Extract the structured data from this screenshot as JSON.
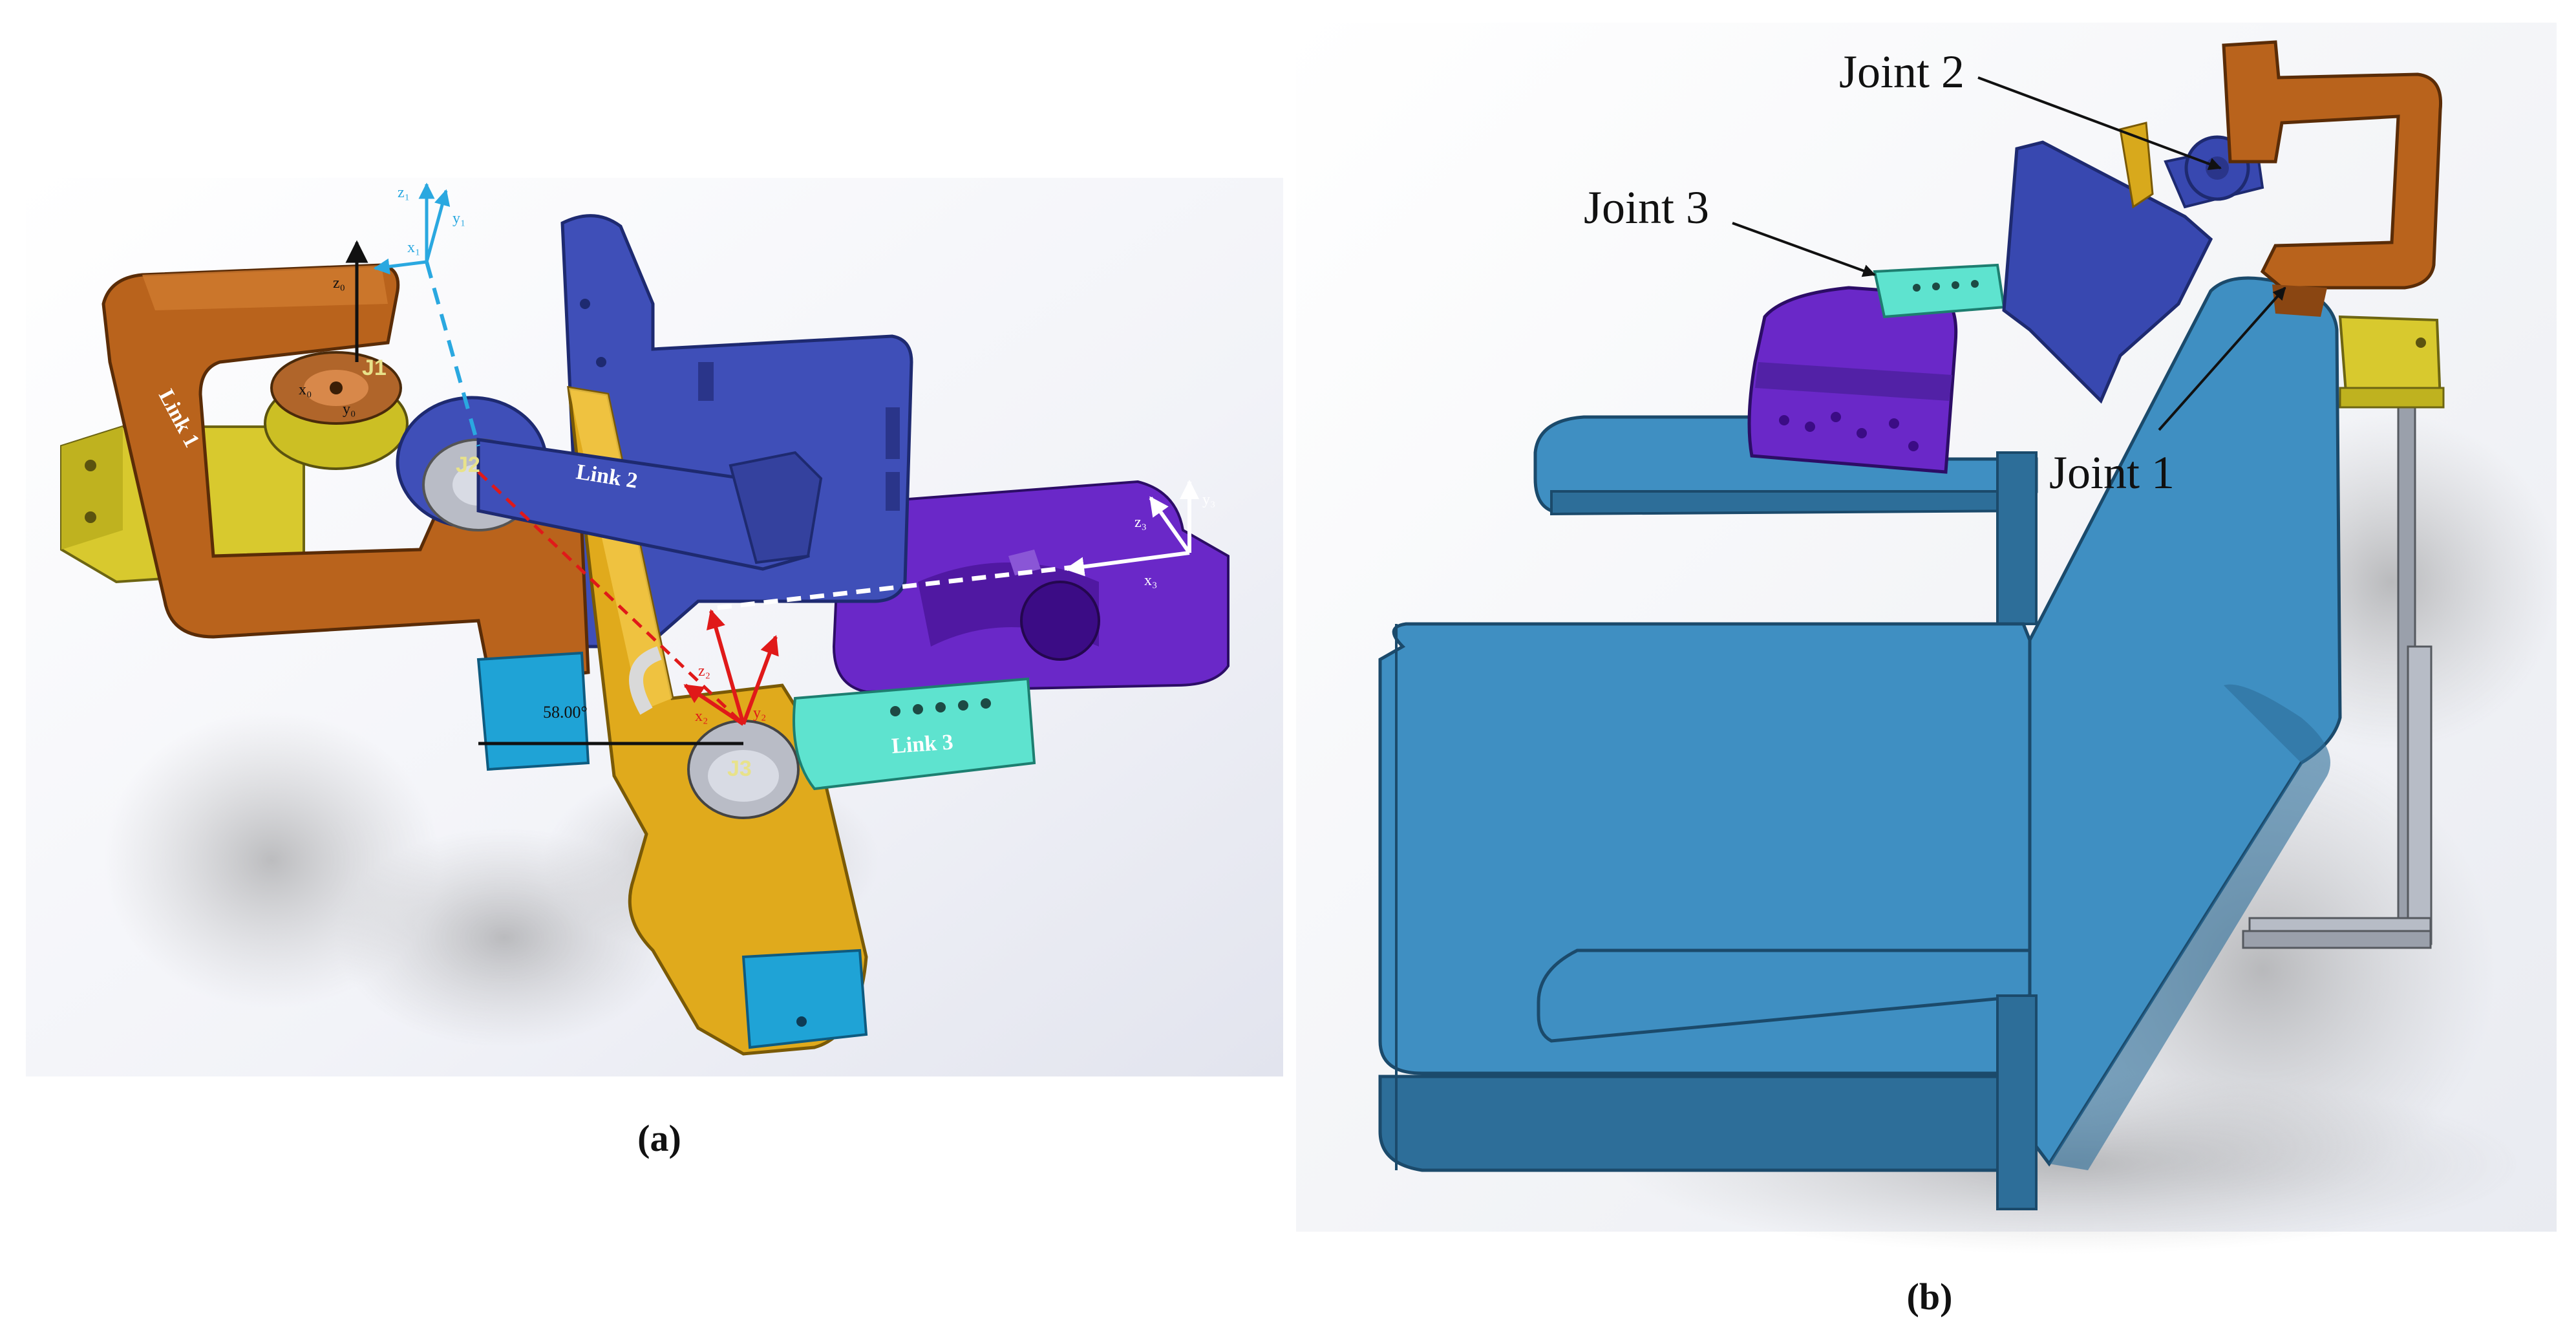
{
  "panel_a": {
    "caption": "(a)",
    "link_labels": [
      "Link 1",
      "Link 2",
      "Link 3"
    ],
    "joint_labels": [
      "J1",
      "J2",
      "J3"
    ],
    "axis_labels": {
      "frame0": [
        "z₀",
        "x₀",
        "y₀"
      ],
      "frame1": [
        "z₁",
        "y₁",
        "x₁"
      ],
      "frame2": [
        "z₂",
        "x₂",
        "y₂"
      ],
      "frame3": [
        "y₃",
        "z₃",
        "x₃"
      ]
    },
    "angle_readout": "58.00°",
    "colors": {
      "link1": "#b9631c",
      "link2": "#3f4fb8",
      "link3": "#5ee3cf",
      "base_yellow": "#d8c92e",
      "gold_plate": "#e0aa1c",
      "purple": "#6a28c8",
      "cyan_end": "#1fa3d6",
      "axis_red": "#e01919",
      "axis_blue": "#2aa8e0",
      "axis_black": "#111111",
      "axis_white": "#ffffff"
    }
  },
  "panel_b": {
    "caption": "(b)",
    "callouts": [
      "Joint 2",
      "Joint 3",
      "Joint 1"
    ],
    "colors": {
      "chair": "#3f8fc2",
      "chair_dark": "#2d6e99",
      "purple": "#6a28c8",
      "blue": "#3848b0",
      "orange": "#b9631c",
      "yellow": "#d8c92e",
      "teal": "#5ee3cf",
      "frame_gray": "#9aa0ab"
    }
  }
}
